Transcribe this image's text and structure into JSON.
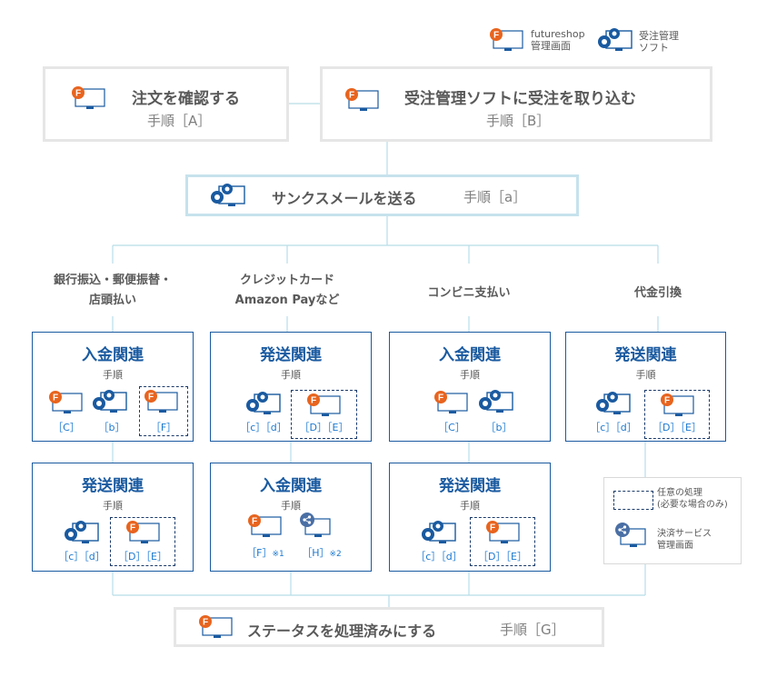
{
  "legend_top": {
    "futureshop_label_1": "futureshop",
    "futureshop_label_2": "管理画面",
    "soft_label_1": "受注管理",
    "soft_label_2": "ソフト"
  },
  "step_a_upper": {
    "title": "注文を確認する",
    "step": "手順［A］"
  },
  "step_b_upper": {
    "title": "受注管理ソフトに受注を取り込む",
    "step": "手順［B］"
  },
  "thanks": {
    "title": "サンクスメールを送る",
    "step": "手順［a］"
  },
  "branches": {
    "bank_line1": "銀行振込・郵便振替・",
    "bank_line2": "店頭払い",
    "card_line1": "クレジットカード",
    "card_line2": "Amazon Payなど",
    "convenience": "コンビニ支払い",
    "cod": "代金引換"
  },
  "col1_top": {
    "title": "入金関連",
    "sub": "手順",
    "l1": "［C］",
    "l2": "［b］",
    "l3": "［F］"
  },
  "col1_bottom": {
    "title": "発送関連",
    "sub": "手順",
    "l1": "［c］［d］",
    "l2": "［D］［E］"
  },
  "col2_top": {
    "title": "発送関連",
    "sub": "手順",
    "l1": "［c］［d］",
    "l2": "［D］［E］"
  },
  "col2_bottom": {
    "title": "入金関連",
    "sub": "手順",
    "l1": "［F］",
    "l1_note": "※1",
    "l2": "［H］",
    "l2_note": "※2"
  },
  "col3_top": {
    "title": "入金関連",
    "sub": "手順",
    "l1": "［C］",
    "l2": "［b］"
  },
  "col3_bottom": {
    "title": "発送関連",
    "sub": "手順",
    "l1": "［c］［d］",
    "l2": "［D］［E］"
  },
  "col4_top": {
    "title": "発送関連",
    "sub": "手順",
    "l1": "［c］［d］",
    "l2": "［D］［E］"
  },
  "legend_bottom": {
    "optional_1": "任意の処理",
    "optional_2": "(必要な場合のみ)",
    "payment_1": "決済サービス",
    "payment_2": "管理画面"
  },
  "final": {
    "title": "ステータスを処理済みにする",
    "step": "手順［G］"
  },
  "colors": {
    "accent": "#1a5aa0",
    "connector": "#b7dde8",
    "orange": "#e8641e",
    "label_blue": "#1a78d0"
  }
}
